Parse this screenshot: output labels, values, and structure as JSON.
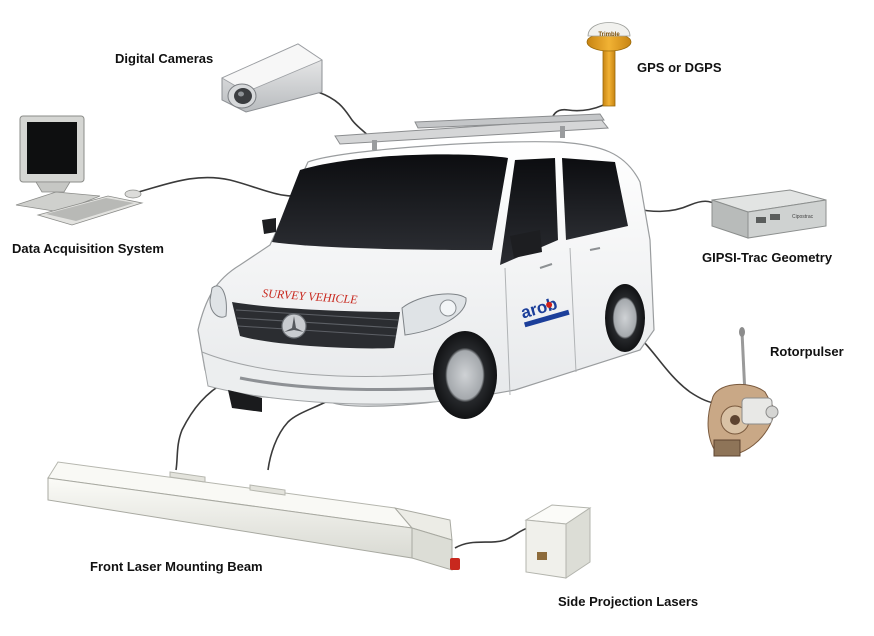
{
  "labels": {
    "digital_cameras": "Digital Cameras",
    "gps": "GPS or DGPS",
    "data_acquisition": "Data Acquisition System",
    "gipsi": "GIPSI-Trac Geometry",
    "rotorpulser": "Rotorpulser",
    "front_laser_beam": "Front Laser Mounting Beam",
    "side_lasers": "Side Projection Lasers"
  },
  "vehicle": {
    "side_text": "SURVEY   VEHICLE",
    "logo_text": "arob"
  },
  "device_text": {
    "gps_brand": "Trimble",
    "gipsi_brand": "Cipostrac"
  },
  "colors": {
    "logo_blue": "#1c3f9a",
    "logo_red": "#d0201a",
    "survey_text_red": "#c8281e",
    "gps_gold": "#e7a21a"
  }
}
